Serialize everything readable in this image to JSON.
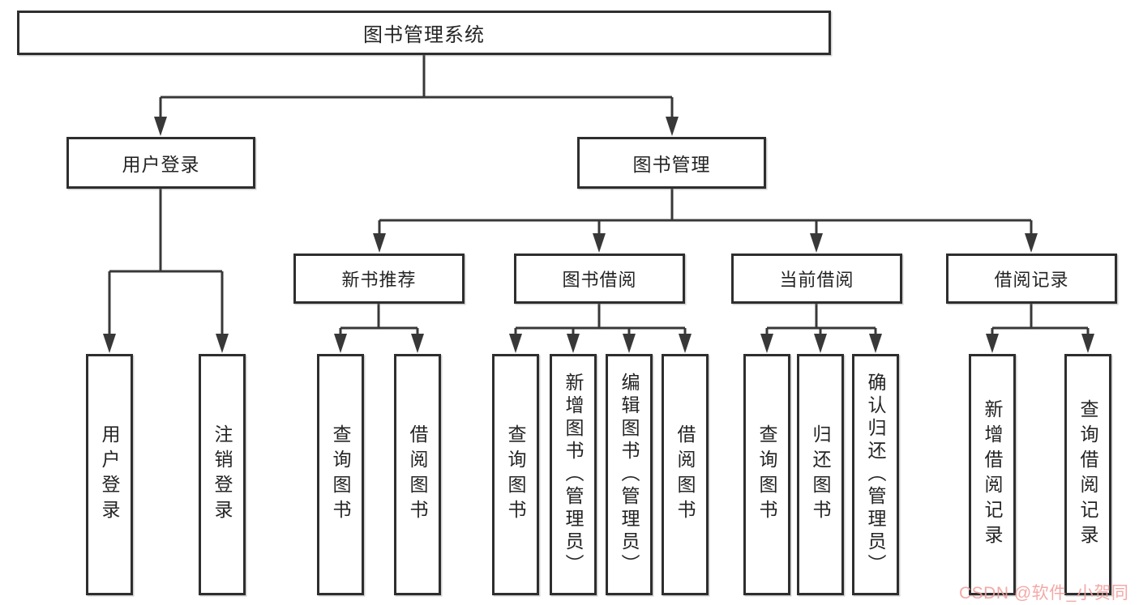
{
  "root": {
    "label": "图书管理系统"
  },
  "level2": {
    "user_login": {
      "label": "用户登录"
    },
    "book_management": {
      "label": "图书管理"
    }
  },
  "level3": {
    "new_book": {
      "label": "新书推荐"
    },
    "book_borrow": {
      "label": "图书借阅"
    },
    "current_borrow": {
      "label": "当前借阅"
    },
    "borrow_records": {
      "label": "借阅记录"
    }
  },
  "leaves": {
    "user_login": [
      "用户登录",
      "注销登录"
    ],
    "new_book": [
      "查询图书",
      "借阅图书"
    ],
    "book_borrow": [
      "查询图书",
      "新增图书（管理员）",
      "编辑图书（管理员）",
      "借阅图书"
    ],
    "current_borrow": [
      "查询图书",
      "归还图书",
      "确认归还（管理员）"
    ],
    "borrow_records": [
      "新增借阅记录",
      "查询借阅记录"
    ]
  },
  "watermark": {
    "label": "CSDN @软件_小贺同学",
    "color": "#f2a09e"
  },
  "colors": {
    "line": "#383838",
    "border": "#2e2e2e",
    "text": "#242424"
  }
}
